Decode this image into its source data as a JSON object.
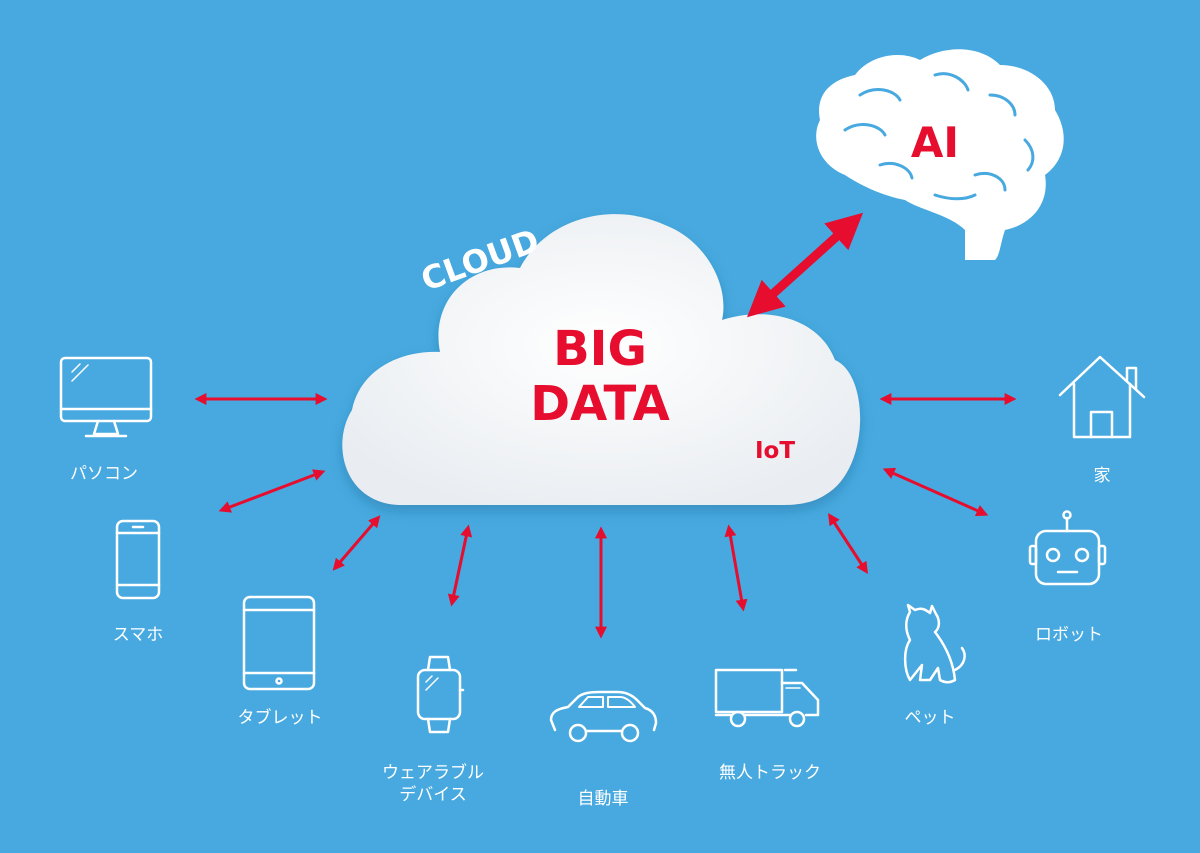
{
  "center": {
    "cloud_word": "CLOUD",
    "big_line1": "BIG",
    "big_line2": "DATA",
    "iot": "IoT",
    "ai": "AI"
  },
  "devices": {
    "pc": "パソコン",
    "smartphone": "スマホ",
    "tablet": "タブレット",
    "wearable_line1": "ウェアラブル",
    "wearable_line2": "デバイス",
    "car": "自動車",
    "truck": "無人トラック",
    "pet": "ペット",
    "robot": "ロボット",
    "home": "家"
  },
  "colors": {
    "background": "#47a9df",
    "accent_red": "#e60d2e",
    "cloud": "#ffffff"
  }
}
